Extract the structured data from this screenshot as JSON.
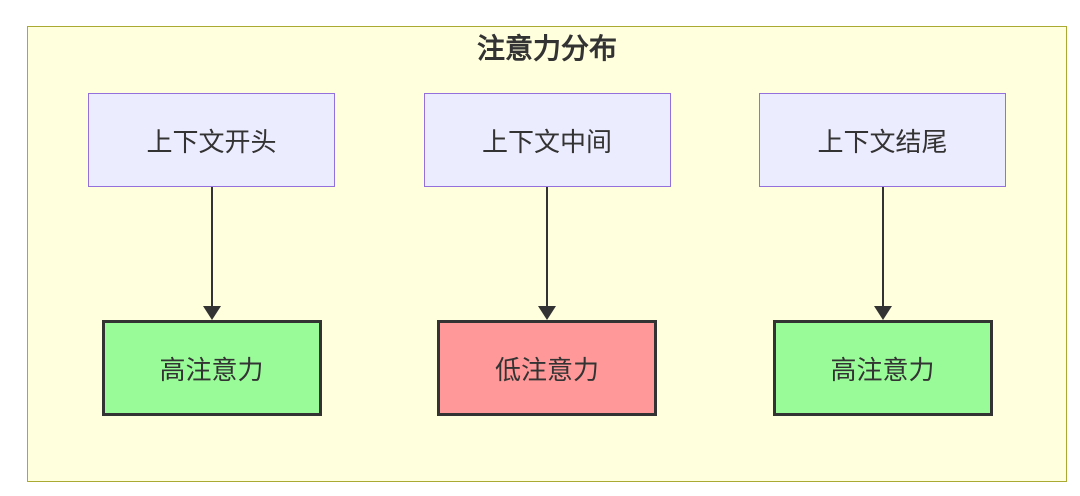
{
  "diagram": {
    "title": "注意力分布",
    "columns": [
      {
        "source": "上下文开头",
        "target": "高注意力",
        "level": "high"
      },
      {
        "source": "上下文中间",
        "target": "低注意力",
        "level": "low"
      },
      {
        "source": "上下文结尾",
        "target": "高注意力",
        "level": "high"
      }
    ],
    "colors": {
      "page_background": "#ffffff",
      "canvas_background": "#ffffde",
      "canvas_border": "#aaaa33",
      "source_node_fill": "#ececff",
      "source_node_border": "#9370db",
      "high_attention_fill": "#98fb98",
      "low_attention_fill": "#ff9999",
      "result_node_border": "#333333",
      "arrow_color": "#333333",
      "text_color": "#333333"
    }
  }
}
